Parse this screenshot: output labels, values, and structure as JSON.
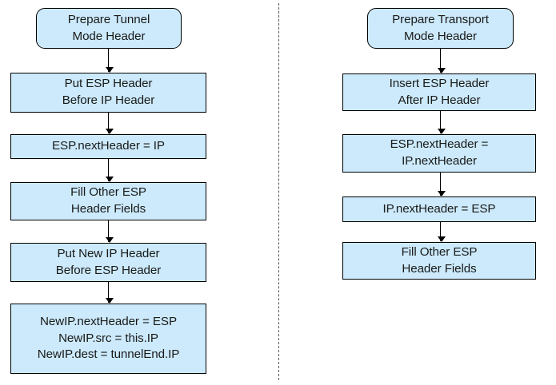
{
  "figure": {
    "background_color": "#ffffff",
    "node_fill_color": "#cceafb",
    "node_border_color": "#000000",
    "arrow_color": "#000000",
    "divider_color": "#555555"
  },
  "diagram": {
    "type": "flowchart",
    "columns": [
      {
        "id": "tunnel-mode",
        "nodes": [
          {
            "id": "tunnel-start",
            "shape": "rounded-rectangle",
            "label": "Prepare Tunnel\nMode Header"
          },
          {
            "id": "tunnel-put-esp",
            "shape": "rectangle",
            "label": "Put ESP Header\nBefore IP Header"
          },
          {
            "id": "tunnel-esp-nextheader",
            "shape": "rectangle",
            "label": "ESP.nextHeader = IP"
          },
          {
            "id": "tunnel-fill-other",
            "shape": "rectangle",
            "label": "Fill Other ESP\nHeader Fields"
          },
          {
            "id": "tunnel-put-new-ip",
            "shape": "rectangle",
            "label": "Put New IP Header\nBefore ESP Header"
          },
          {
            "id": "tunnel-newip-fields",
            "shape": "rectangle",
            "label": "NewIP.nextHeader = ESP\nNewIP.src = this.IP\nNewIP.dest = tunnelEnd.IP"
          }
        ]
      },
      {
        "id": "transport-mode",
        "nodes": [
          {
            "id": "transport-start",
            "shape": "rounded-rectangle",
            "label": "Prepare Transport\nMode Header"
          },
          {
            "id": "transport-insert-esp",
            "shape": "rectangle",
            "label": "Insert ESP Header\nAfter IP Header"
          },
          {
            "id": "transport-esp-nextheader",
            "shape": "rectangle",
            "label": "ESP.nextHeader =\nIP.nextHeader"
          },
          {
            "id": "transport-ip-nextheader",
            "shape": "rectangle",
            "label": "IP.nextHeader = ESP"
          },
          {
            "id": "transport-fill-other",
            "shape": "rectangle",
            "label": "Fill Other ESP\nHeader Fields"
          }
        ]
      }
    ],
    "divider": {
      "id": "column-divider",
      "style": "dashed-vertical"
    }
  }
}
